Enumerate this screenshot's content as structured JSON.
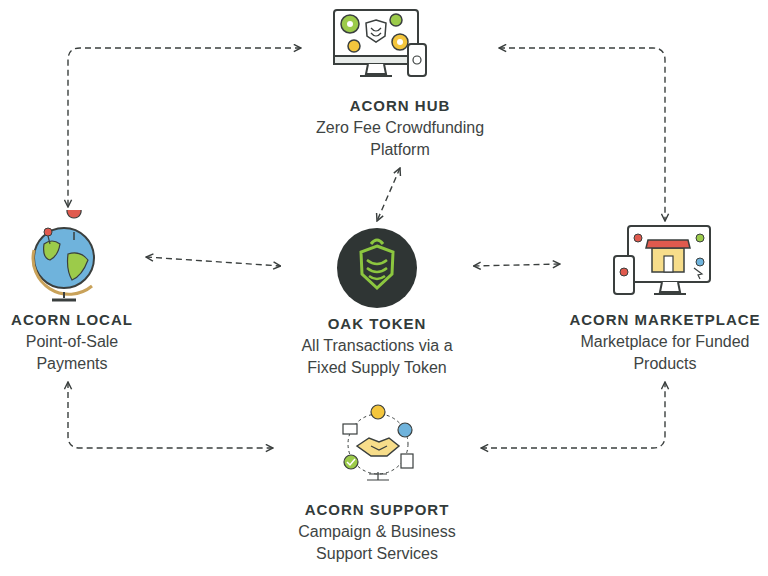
{
  "diagram": {
    "nodes": [
      {
        "text": [
          "ACORN HUB",
          "Zero Fee Crowdfunding Platform"
        ]
      },
      {
        "text": [
          "ACORN LOCAL",
          "Point-of-Sale Payments"
        ]
      },
      {
        "text": [
          "OAK TOKEN",
          "All Transactions via a Fixed Supply Token"
        ]
      },
      {
        "text": [
          "ACORN MARKETPLACE",
          "Marketplace for Funded Products"
        ]
      },
      {
        "text": [
          "ACORN SUPPORT",
          "Campaign & Business Support Services"
        ]
      }
    ],
    "edges": [
      {
        "from": 0,
        "to": 1,
        "arrow": "both"
      },
      {
        "from": 0,
        "to": 3,
        "arrow": "both"
      },
      {
        "from": 0,
        "to": 2,
        "arrow": "both"
      },
      {
        "from": 1,
        "to": 2,
        "arrow": "both"
      },
      {
        "from": 2,
        "to": 3,
        "arrow": "both"
      },
      {
        "from": 1,
        "to": 4,
        "arrow": "both"
      },
      {
        "from": 4,
        "to": 3,
        "arrow": "both"
      }
    ]
  }
}
